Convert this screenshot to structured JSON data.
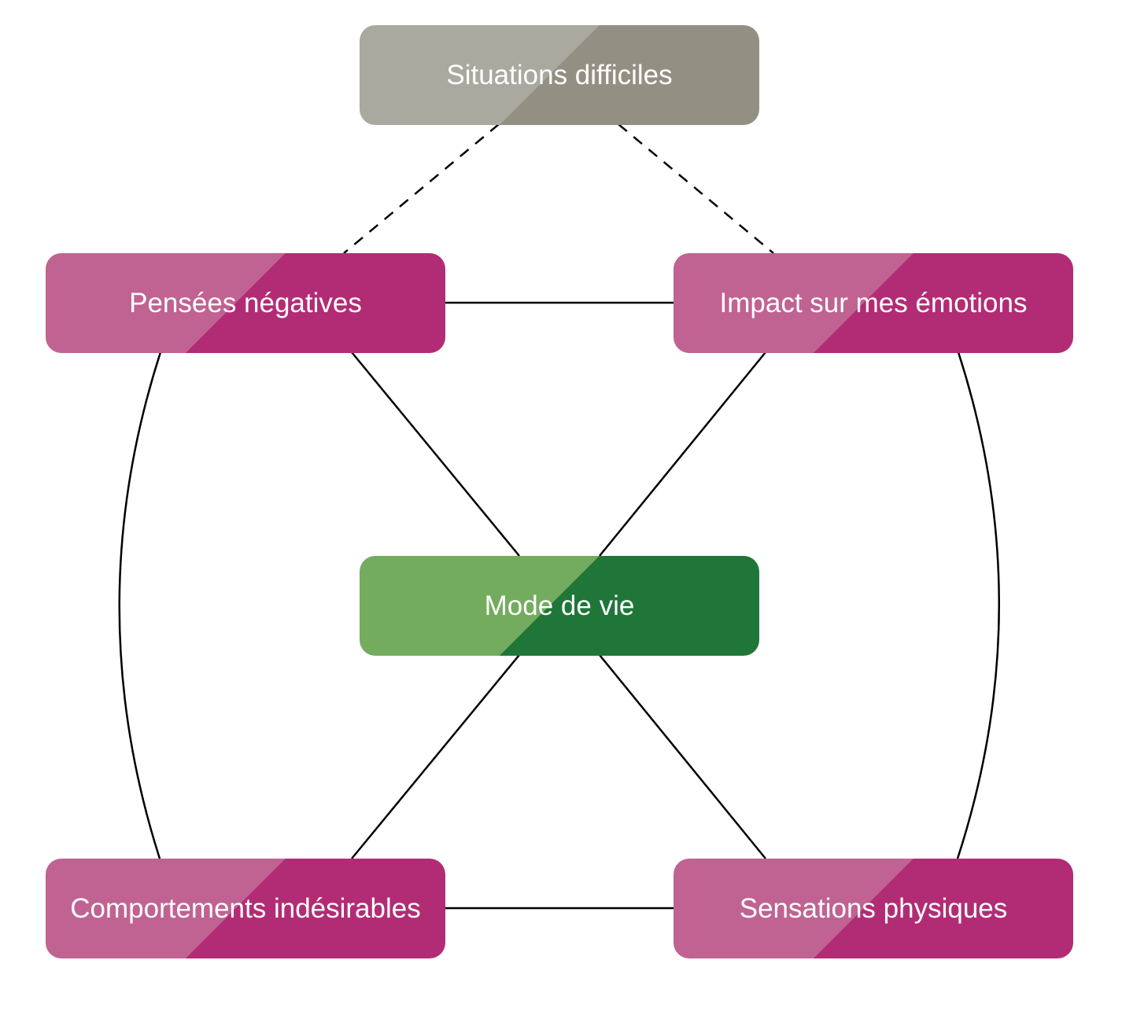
{
  "diagram": {
    "nodes": {
      "top": {
        "label": "Situations difficiles",
        "color_light": "#a9a9a0",
        "color_dark": "#938f83"
      },
      "top_left": {
        "label": "Pensées négatives",
        "color_light": "#c06392",
        "color_dark": "#b22c75"
      },
      "top_right": {
        "label": "Impact sur mes émotions",
        "color_light": "#c06392",
        "color_dark": "#b22c75"
      },
      "center": {
        "label": "Mode de vie",
        "color_light": "#74ac5f",
        "color_dark": "#207639"
      },
      "bottom_left": {
        "label": "Comportements indésirables",
        "color_light": "#c06392",
        "color_dark": "#b22c75"
      },
      "bottom_right": {
        "label": "Sensations physiques",
        "color_light": "#c06392",
        "color_dark": "#b22c75"
      }
    },
    "edges": [
      {
        "from": "top",
        "to": "top_left",
        "style": "dashed"
      },
      {
        "from": "top",
        "to": "top_right",
        "style": "dashed"
      },
      {
        "from": "top_left",
        "to": "top_right",
        "style": "solid"
      },
      {
        "from": "top_left",
        "to": "center",
        "style": "solid"
      },
      {
        "from": "top_right",
        "to": "center",
        "style": "solid"
      },
      {
        "from": "center",
        "to": "bottom_left",
        "style": "solid"
      },
      {
        "from": "center",
        "to": "bottom_right",
        "style": "solid"
      },
      {
        "from": "bottom_left",
        "to": "bottom_right",
        "style": "solid"
      },
      {
        "from": "top_left",
        "to": "bottom_left",
        "style": "curved"
      },
      {
        "from": "top_right",
        "to": "bottom_right",
        "style": "curved"
      }
    ]
  }
}
